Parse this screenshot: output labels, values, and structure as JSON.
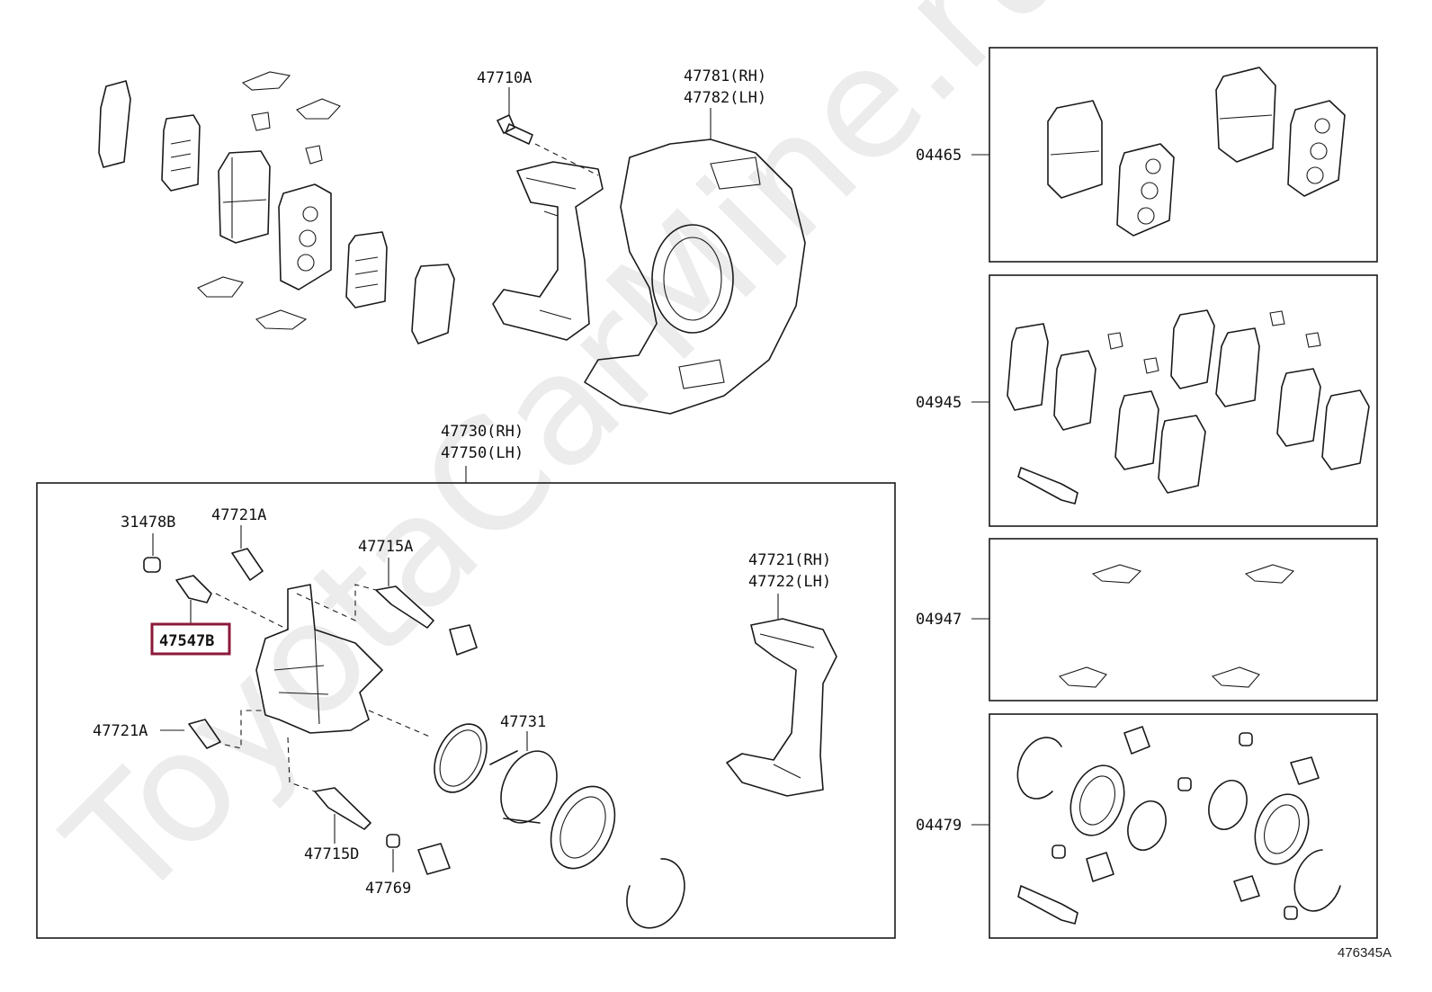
{
  "watermark": "ToyotaCarMine.ru",
  "diagram_ref": "476345A",
  "highlighted_part": "47547B",
  "labels": {
    "p47710A": "47710A",
    "p47781": "47781(RH)",
    "p47782": "47782(LH)",
    "p47730": "47730(RH)",
    "p47750": "47750(LH)",
    "p31478B": "31478B",
    "p47721A_top": "47721A",
    "p47715A": "47715A",
    "p47721rh": "47721(RH)",
    "p47722lh": "47722(LH)",
    "p47547B": "47547B",
    "p47721A_left": "47721A",
    "p47731": "47731",
    "p47715D": "47715D",
    "p47769": "47769",
    "k04465": "04465",
    "k04945": "04945",
    "k04947": "04947",
    "k04479": "04479"
  }
}
